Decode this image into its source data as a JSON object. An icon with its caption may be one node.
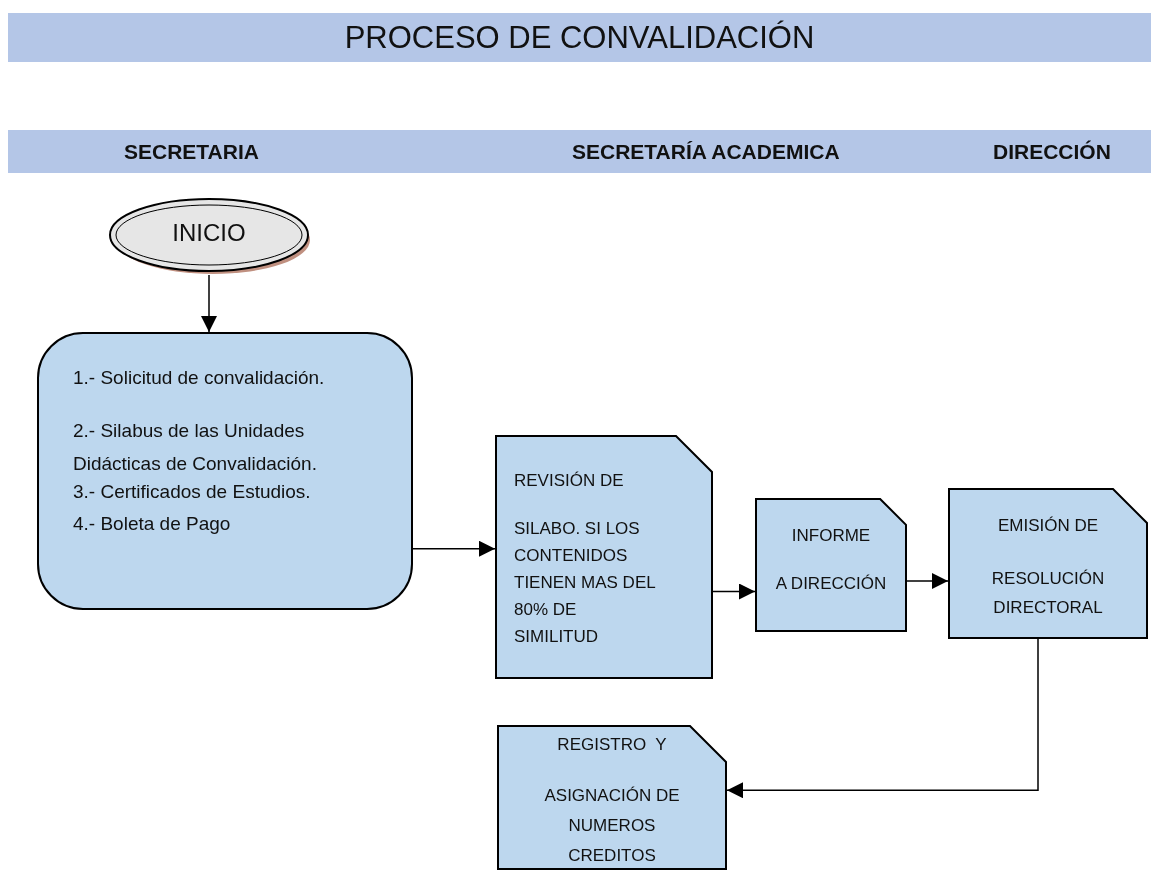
{
  "diagram": {
    "title": "PROCESO DE CONVALIDACIÓN",
    "nodes": [
      {
        "text": [
          "INICIO"
        ]
      },
      {
        "text": [
          "1.- Solicitud de convalidación.",
          "2.- Silabus de las Unidades Didácticas de Convalidación.",
          "3.- Certificados de Estudios.",
          "4.- Boleta de Pago"
        ]
      },
      {
        "text": [
          "REVISIÓN DE",
          "SILABO. SI LOS CONTENIDOS TIENEN MAS DEL 80% DE SIMILITUD"
        ]
      },
      {
        "text": [
          "INFORME",
          "A DIRECCIÓN"
        ]
      },
      {
        "text": [
          "EMISIÓN DE",
          "RESOLUCIÓN DIRECTORAL"
        ]
      },
      {
        "text": [
          "REGISTRO  Y",
          "ASIGNACIÓN DE NUMEROS CREDITOS"
        ]
      }
    ],
    "edges": [
      {
        "from": 0,
        "to": 1,
        "arrow": "to"
      },
      {
        "from": 1,
        "to": 2,
        "arrow": "to"
      },
      {
        "from": 2,
        "to": 3,
        "arrow": "to"
      },
      {
        "from": 3,
        "to": 4,
        "arrow": "to"
      },
      {
        "from": 4,
        "to": 5,
        "arrow": "to"
      }
    ],
    "labels": [
      "SECRETARIA",
      "SECRETARÍA ACADEMICA",
      "DIRECCIÓN"
    ]
  }
}
